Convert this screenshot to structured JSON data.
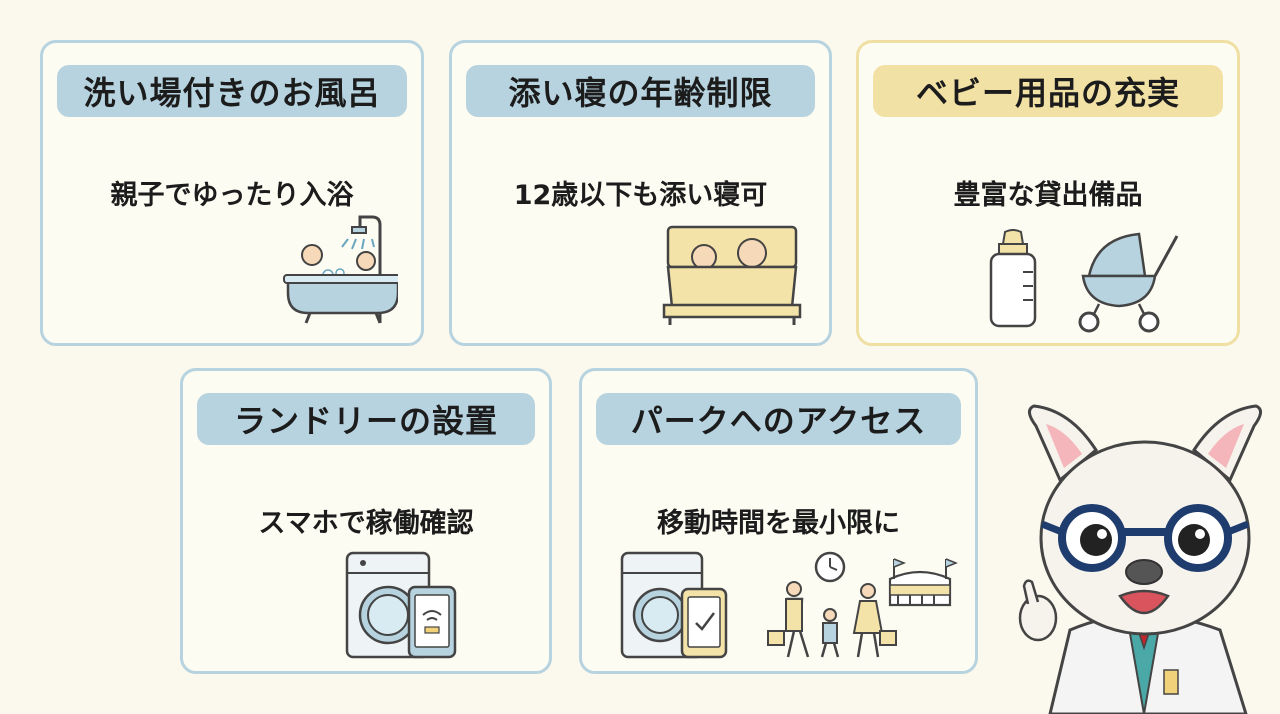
{
  "cards": [
    {
      "title": "洗い場付きのお風呂",
      "subtitle": "親子でゆったり入浴",
      "illustration": "bath-shower-icon"
    },
    {
      "title": "添い寝の年齢制限",
      "subtitle": "12歳以下も添い寝可",
      "illustration": "bed-co-sleeping-icon"
    },
    {
      "title": "ベビー用品の充実",
      "subtitle": "豊富な貸出備品",
      "illustration": "baby-bottle-stroller-icon"
    },
    {
      "title": "ランドリーの設置",
      "subtitle": "スマホで稼働確認",
      "illustration": "washer-smartphone-icon"
    },
    {
      "title": "パークへのアクセス",
      "subtitle": "移動時間を最小限に",
      "illustration": "family-park-clock-icon"
    }
  ],
  "mascot": {
    "name": "bulldog-doctor-icon"
  },
  "colors": {
    "background": "#fbf9ee",
    "blue_accent": "#b6d3df",
    "yellow_accent": "#f1e1a5"
  }
}
